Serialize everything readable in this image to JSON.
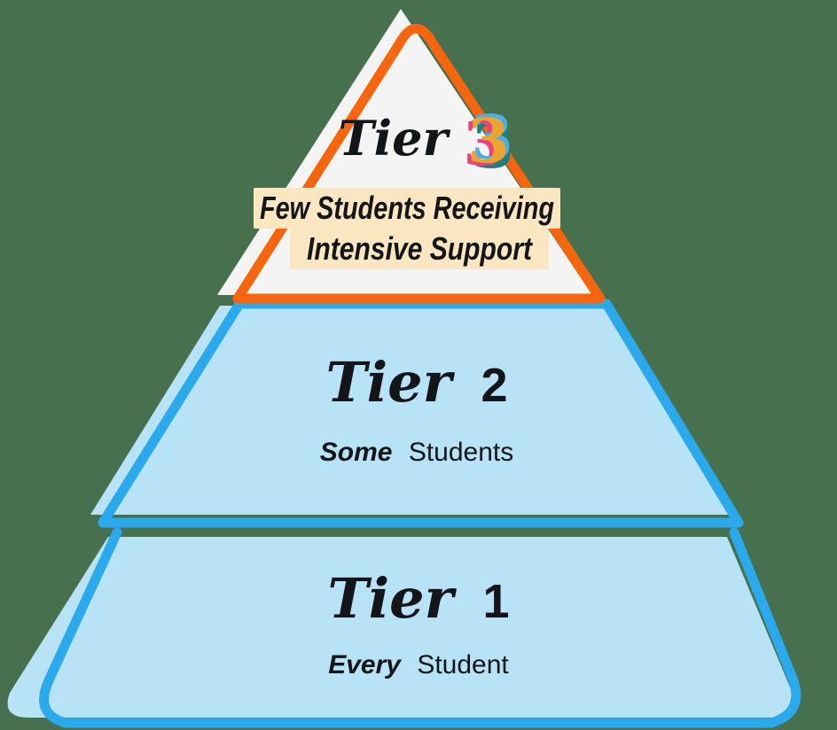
{
  "colors": {
    "background": "#47714E",
    "tier3_fill": "#F5F4F5",
    "tier3_stroke": "#F8650D",
    "banner_bg": "#FAE7C2",
    "tier_fill": "#B8E3F7",
    "tier_stroke": "#2BA9ED",
    "text": "#141518",
    "three_gold": "#ECA32F",
    "three_pink": "#E5447F",
    "three_teal": "#217F7E",
    "three_blue": "#4FAEE2"
  },
  "tier3": {
    "label_word": "Tier",
    "label_number": "3",
    "banner_line1": "Few Students Receiving",
    "banner_line2": "Intensive Support"
  },
  "tier2": {
    "label_word": "Tier",
    "label_number": "2",
    "subtitle_emphasis": "Some",
    "subtitle_rest": "Students"
  },
  "tier1": {
    "label_word": "Tier",
    "label_number": "1",
    "subtitle_emphasis": "Every",
    "subtitle_rest": "Student"
  }
}
